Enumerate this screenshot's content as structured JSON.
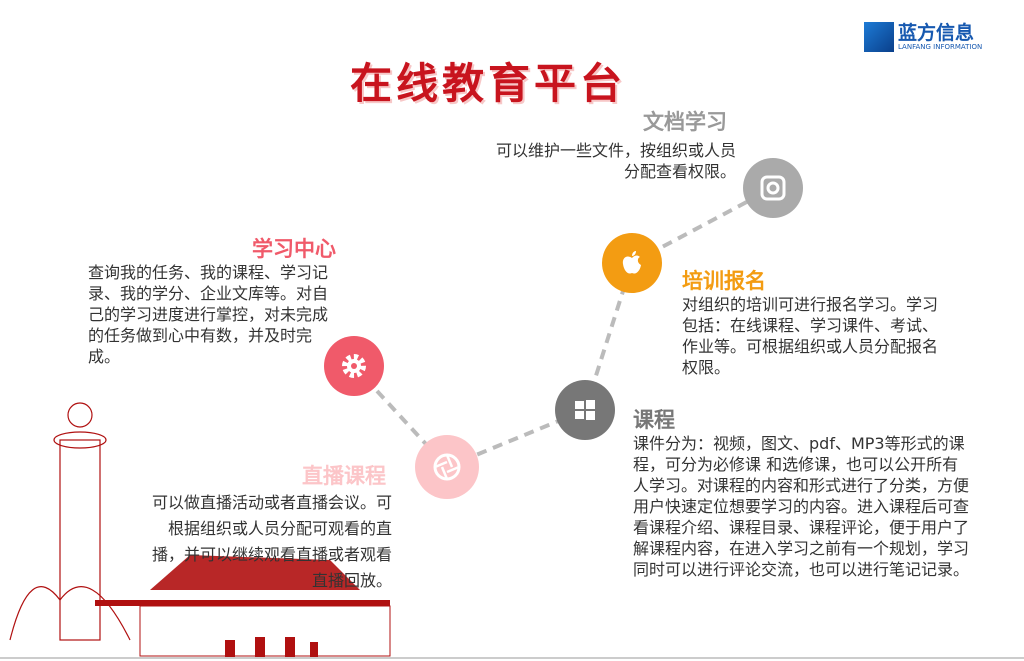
{
  "logo": {
    "cn": "蓝方信息",
    "en": "LANFANG INFORMATION"
  },
  "title": "在线教育平台",
  "colors": {
    "red": "#c8141e",
    "pink": "#f05a6a",
    "light_pink": "#fcc5c8",
    "gray": "#777777",
    "orange": "#f39c12",
    "light_gray": "#aaaaaa"
  },
  "sections": {
    "doc": {
      "title": "文档学习",
      "text": "可以维护一些文件，按组织或人员分配查看权限。",
      "icon": "instagram-icon"
    },
    "training": {
      "title": "培训报名",
      "text": "对组织的培训可进行报名学习。学习包括：在线课程、学习课件、考试、作业等。可根据组织或人员分配报名权限。",
      "icon": "apple-icon"
    },
    "learning": {
      "title": "学习中心",
      "text": "查询我的任务、我的课程、学习记录、我的学分、企业文库等。对自己的学习进度进行掌控，对未完成的任务做到心中有数，并及时完成。",
      "icon": "gear-icon"
    },
    "course": {
      "title": "课程",
      "text": "课件分为：视频，图文、pdf、MP3等形式的课程，可分为必修课 和选修课，也可以公开所有人学习。对课程的内容和形式进行了分类，方便用户快速定位想要学习的内容。进入课程后可查看课程介绍、课程目录、课程评论，便于用户了解课程内容，在进入学习之前有一个规划，学习同时可以进行评论交流，也可以进行笔记记录。",
      "icon": "windows-icon"
    },
    "live": {
      "title": "直播课程",
      "text": "可以做直播活动或者直播会议。可根据组织或人员分配可观看的直播，并可以继续观看直播或者观看直播回放。",
      "icon": "aperture-icon"
    }
  }
}
